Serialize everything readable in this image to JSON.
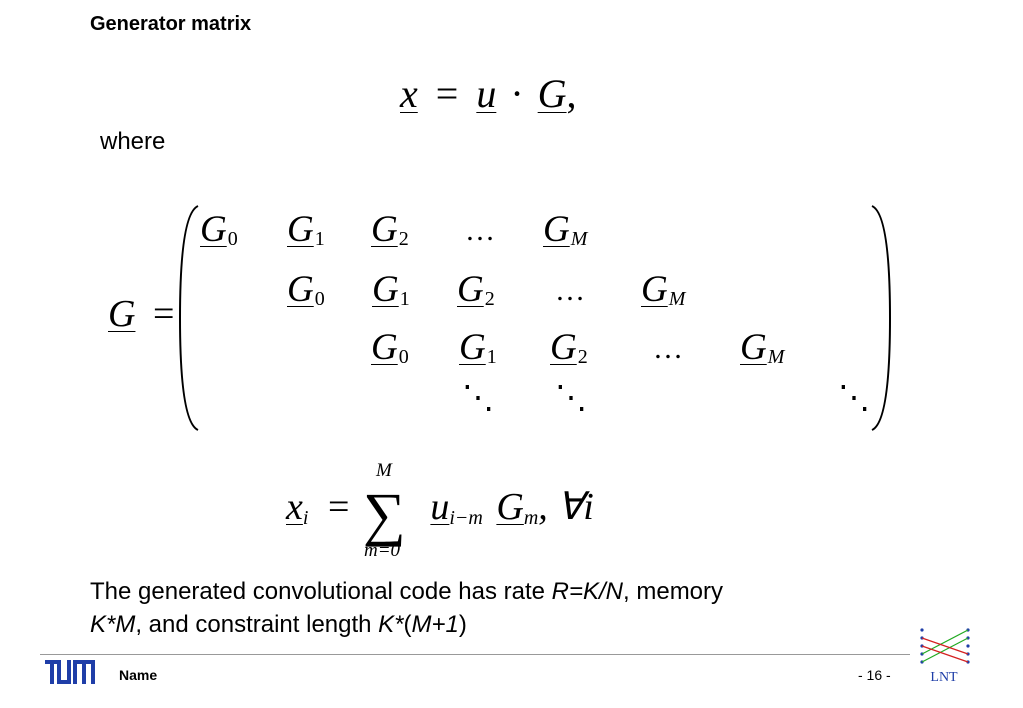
{
  "slide": {
    "title": "Generator matrix",
    "where": "where",
    "paragraph": {
      "p1": "The generated convolutional code has rate ",
      "rate": "R=K/N",
      "p2": ", memory",
      "memory": "K*M",
      "p3": ", and constraint length ",
      "cl_a": "K*",
      "cl_b": "(",
      "cl_c": "M+1",
      "cl_d": ")"
    }
  },
  "equation1": {
    "x": "x",
    "eq": "=",
    "u": "u",
    "dot": "·",
    "G": "G",
    "comma": ","
  },
  "matrix": {
    "lhs_G": "G",
    "lhs_eq": "=",
    "G": "G",
    "sub0": "0",
    "sub1": "1",
    "sub2": "2",
    "subM": "M",
    "ellipsis": "…",
    "ddots": "⋱"
  },
  "equation2": {
    "x": "x",
    "xsub": "i",
    "eq": "=",
    "sum": "∑",
    "upper": "M",
    "lower": "m=0",
    "u": "u",
    "usub": "i−m",
    "G": "G",
    "Gsub": "m",
    "tail": ", ∀i"
  },
  "footer": {
    "name": "Name",
    "page": "- 16 -",
    "tum_logo_text": "TUM",
    "lnt_logo_text": "LNT"
  },
  "colors": {
    "tum_blue": "#1f3ea8",
    "lnt_blue": "#1f3ea8",
    "lnt_green": "#22aa22",
    "lnt_red": "#d42020"
  }
}
